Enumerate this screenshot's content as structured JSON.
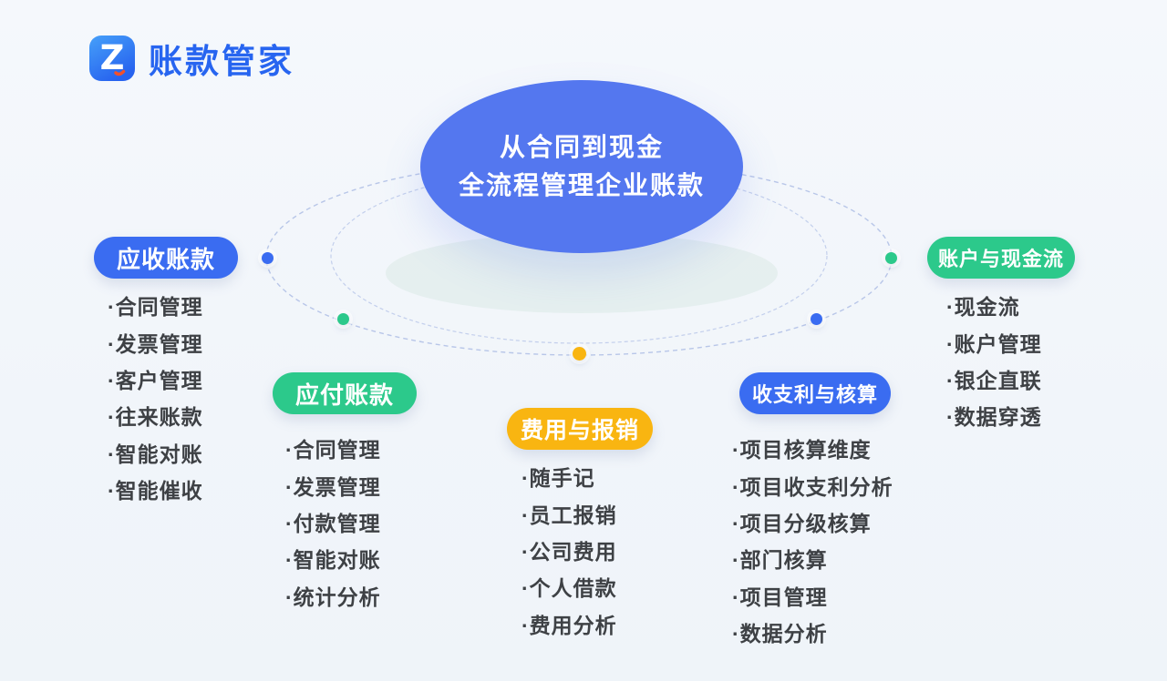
{
  "brand": {
    "name": "账款管家",
    "logo_letter": "Z"
  },
  "center": {
    "line1": "从合同到现金",
    "line2": "全流程管理企业账款"
  },
  "sections": [
    {
      "title": "应收账款",
      "color": "#3A6CF1",
      "items": [
        "·合同管理",
        "·发票管理",
        "·客户管理",
        "·往来账款",
        "·智能对账",
        "·智能催收"
      ]
    },
    {
      "title": "应付账款",
      "color": "#2CC98B",
      "items": [
        "·合同管理",
        "·发票管理",
        "·付款管理",
        "·智能对账",
        "·统计分析"
      ]
    },
    {
      "title": "费用与报销",
      "color": "#F9B511",
      "items": [
        "·随手记",
        "·员工报销",
        "·公司费用",
        "·个人借款",
        "·费用分析"
      ]
    },
    {
      "title": "收支利与核算",
      "color": "#3A6CF1",
      "items": [
        "·项目核算维度",
        "·项目收支利分析",
        "·项目分级核算",
        "·部门核算",
        "·项目管理",
        "·数据分析"
      ]
    },
    {
      "title": "账户与现金流",
      "color": "#2CC98B",
      "items": [
        "·现金流",
        "·账户管理",
        "·银企直联",
        "·数据穿透"
      ]
    }
  ],
  "orbit": {
    "line_color": "#B8C6E8",
    "dots": [
      {
        "name": "left-blue",
        "color": "#3A6CF1"
      },
      {
        "name": "right-green",
        "color": "#2CC98B"
      },
      {
        "name": "lower-left-green",
        "color": "#2CC98B"
      },
      {
        "name": "lower-right-blue",
        "color": "#3A6CF1"
      },
      {
        "name": "bottom-yellow",
        "color": "#F9B511"
      }
    ]
  },
  "colors": {
    "background": "#F3F6FB",
    "brand_blue": "#2765F0",
    "bubble_blue": "#5477EF",
    "pill_blue": "#3A6CF1",
    "pill_green": "#2CC98B",
    "pill_yellow": "#F9B511",
    "item_text": "#3E4145",
    "logo_accent_red": "#F4502A"
  }
}
